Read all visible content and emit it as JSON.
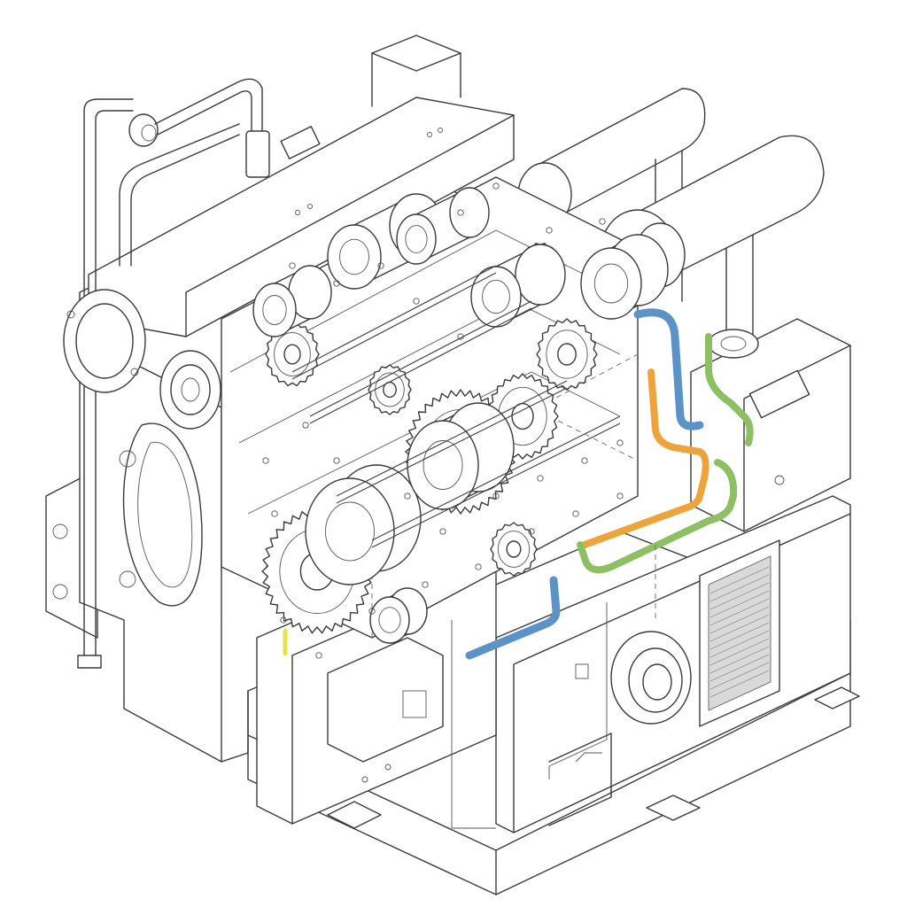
{
  "drawing": {
    "style": "isometric line drawing",
    "line_color": "#3a3a3a",
    "background": "#ffffff"
  },
  "pipes": [
    {
      "name": "coolant-pipe-blue",
      "color": "#5b93c9"
    },
    {
      "name": "coolant-pipe-orange",
      "color": "#efa43b"
    },
    {
      "name": "coolant-pipe-green",
      "color": "#8cc063"
    },
    {
      "name": "marker-yellow",
      "color": "#e6e24a"
    }
  ]
}
